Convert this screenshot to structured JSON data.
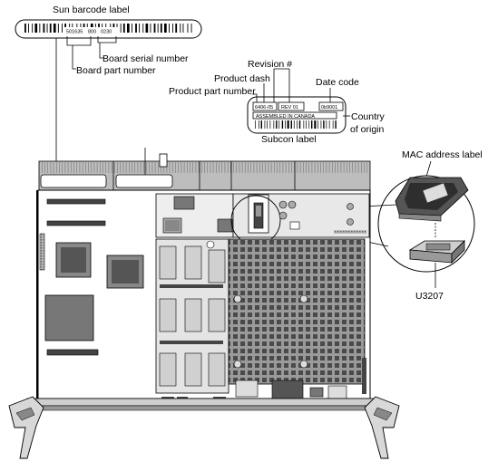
{
  "figure": {
    "barcode_label": {
      "title": "Sun barcode label",
      "code_left": "501635",
      "code_mid": "800",
      "code_right": "0230",
      "callout_serial": "Board serial number",
      "callout_part": "Board part number"
    },
    "subcon_label": {
      "title": "Subcon label",
      "field_part": "6406-05",
      "field_rev": "REV 01",
      "field_date": "0b9001",
      "assembled_text": "ASSEMBLED IN CANADA",
      "callout_revision": "Revision #",
      "callout_dash": "Product dash",
      "callout_product_part": "Product part number",
      "callout_date": "Date code",
      "callout_country_1": "Country",
      "callout_country_2": "of origin"
    },
    "mac_label": {
      "callout_mac": "MAC address label",
      "callout_chip": "U3207"
    },
    "colors": {
      "line": "#000000",
      "board_fill": "#ffffff",
      "gray_dark": "#555555",
      "gray_mid": "#8a8a8a",
      "gray_light": "#cfcfcf"
    }
  }
}
